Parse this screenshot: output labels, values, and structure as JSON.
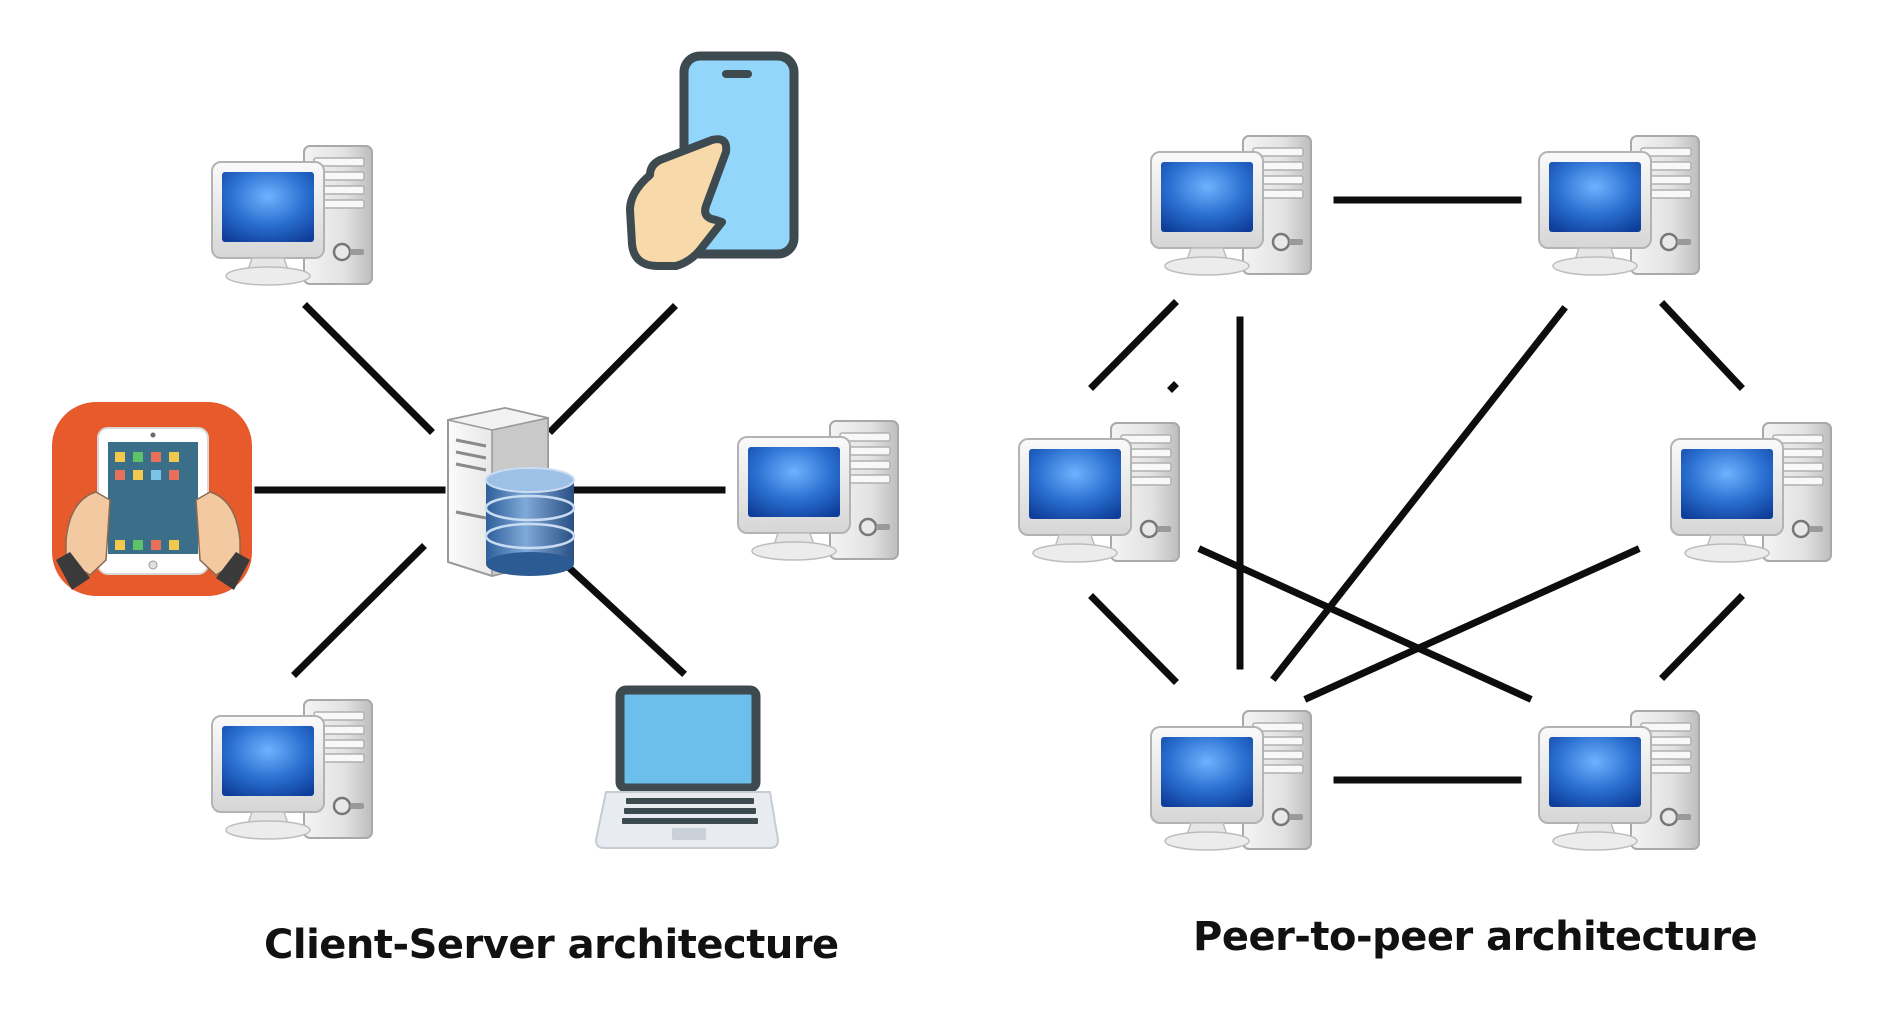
{
  "left_diagram": {
    "caption": "Client-Server architecture",
    "center": "database-server",
    "clients": [
      "desktop",
      "smartphone",
      "tablet",
      "desktop",
      "desktop",
      "laptop"
    ]
  },
  "right_diagram": {
    "caption": "Peer-to-peer architecture",
    "peers": [
      "desktop",
      "desktop",
      "desktop",
      "desktop",
      "desktop",
      "desktop"
    ]
  },
  "colors": {
    "screen_blue": "#2f7fd6",
    "line": "#0d0d0d",
    "tablet_orange": "#e65a2c",
    "phone_screen": "#93d6fb",
    "laptop_screen": "#6cbfea",
    "skin": "#f8d9aa"
  }
}
